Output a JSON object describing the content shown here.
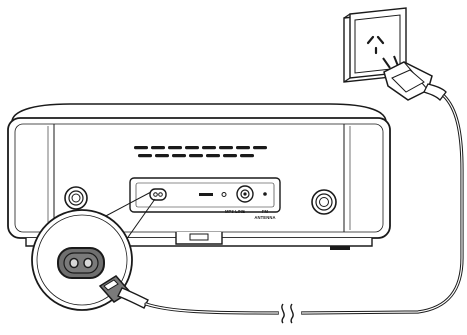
{
  "device": {
    "labels": {
      "mp3_line": "MP3 LINE",
      "fm": "FM",
      "antenna": "ANTENNA"
    }
  },
  "colors": {
    "line": "#1a1a1a",
    "device_fill": "#ffffff",
    "device_side_shade": "#f2f2f2",
    "callout_fill": "#4f8fb8",
    "callout_inner": "#3a78a2",
    "socket_fill": "#6f6f6f",
    "socket_slot": "#d7d7d7",
    "plug_fill": "#7a7a7a"
  },
  "icons": {
    "wall_outlet": "wall-outlet-icon",
    "mains_plug": "mains-plug-icon",
    "power_socket": "ac-power-socket-icon",
    "power_connector": "power-cord-connector-icon",
    "cable_break": "cable-break-icon"
  }
}
